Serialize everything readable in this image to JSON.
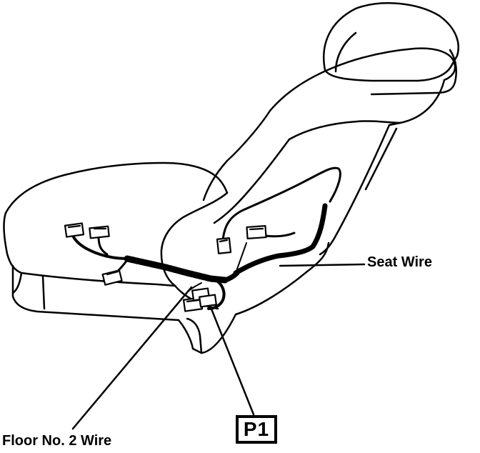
{
  "labels": {
    "seat_wire": "Seat Wire",
    "floor_wire": "Floor No. 2 Wire",
    "connector_code": "P1"
  },
  "colors": {
    "ink": "#000000",
    "paper": "#ffffff"
  }
}
